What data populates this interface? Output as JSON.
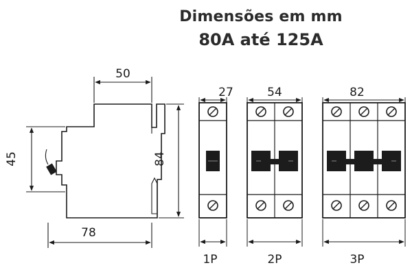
{
  "header": {
    "title": "Dimensões em mm",
    "subtitle": "80A até 125A"
  },
  "side_view": {
    "width_label": "50",
    "height_label": "84",
    "rail_label": "45",
    "depth_label": "78"
  },
  "front_views": [
    {
      "width_label": "27",
      "pole_label": "1P",
      "poles": 1
    },
    {
      "width_label": "54",
      "pole_label": "2P",
      "poles": 2
    },
    {
      "width_label": "82",
      "pole_label": "3P",
      "poles": 3
    }
  ],
  "colors": {
    "line": "#1a1a1a",
    "handle": "#1c1c1c",
    "text": "#2b2b2b"
  }
}
